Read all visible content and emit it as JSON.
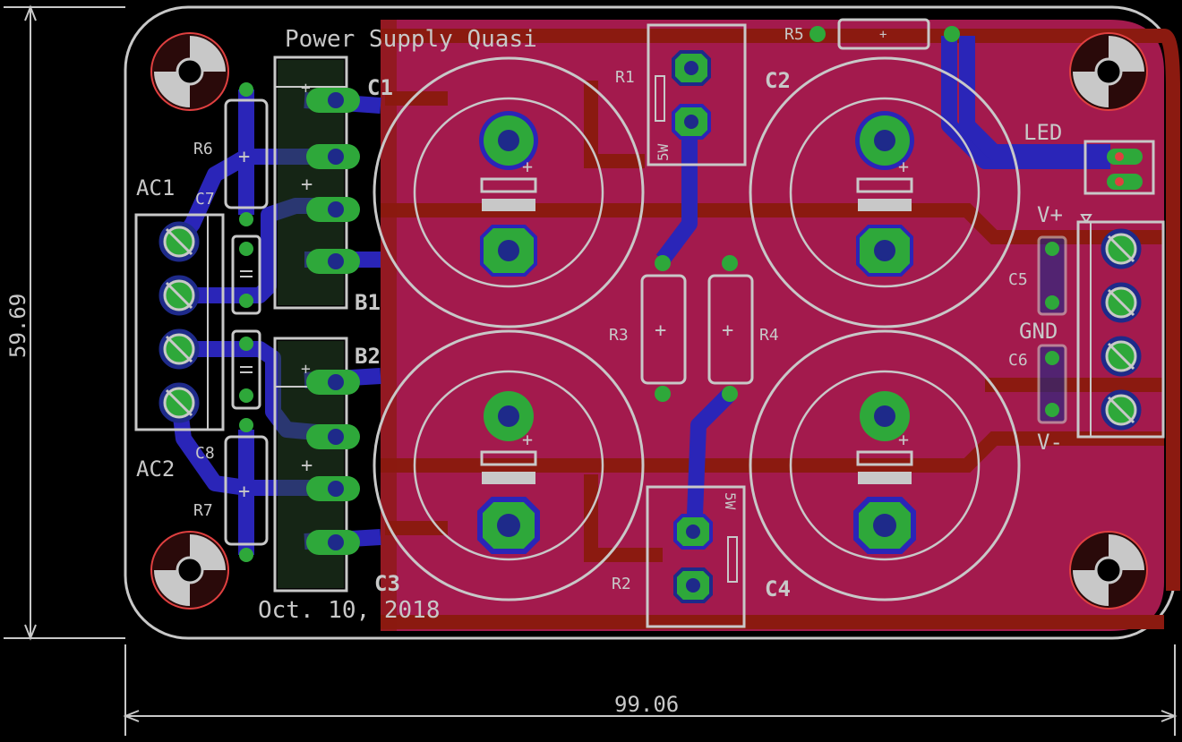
{
  "board": {
    "title": "Power Supply Quasi",
    "date": "Oct. 10, 2018",
    "dim_width": "99.06",
    "dim_height": "59.69"
  },
  "capacitors": {
    "c1": "C1",
    "c2": "C2",
    "c3": "C3",
    "c4": "C4",
    "c5": "C5",
    "c6": "C6",
    "c7": "C7",
    "c8": "C8"
  },
  "resistors": {
    "r1": "R1",
    "r2": "R2",
    "r3": "R3",
    "r4": "R4",
    "r5": "R5",
    "r6": "R6",
    "r7": "R7"
  },
  "bridges": {
    "b1": "B1",
    "b2": "B2"
  },
  "connectors": {
    "ac1": "AC1",
    "ac2": "AC2",
    "vplus": "V+",
    "gnd": "GND",
    "vminus": "V-",
    "led": "LED"
  },
  "ratings": {
    "r1_power": "5W",
    "r2_power": "5W"
  },
  "colors": {
    "background": "#000000",
    "top_copper": "#c01e5a",
    "bottom_copper": "#8b1a10",
    "bottom_trace": "#2a25b8",
    "pad": "#2ea83a",
    "via": "#1e2a8a",
    "silkscreen": "#c8c8c8",
    "drill_mark": "#e04040"
  }
}
